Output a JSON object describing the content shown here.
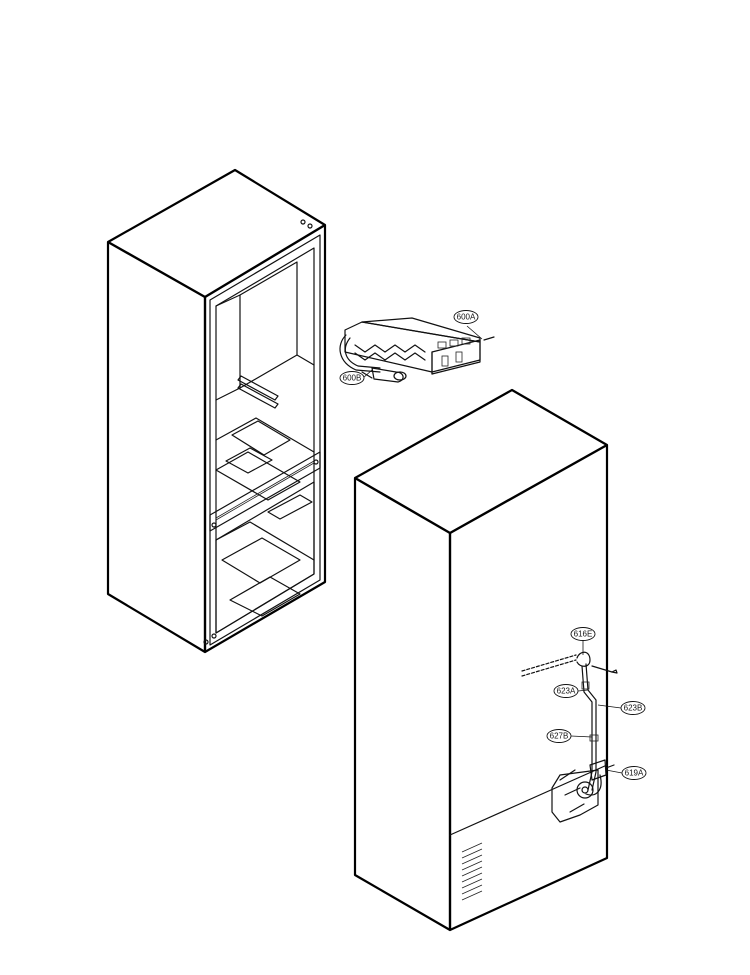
{
  "callouts": {
    "c600A": "600A",
    "c600B": "600B",
    "c616E": "616E",
    "c623A": "623A",
    "c623B": "623B",
    "c627B": "627B",
    "c619A": "619A"
  }
}
